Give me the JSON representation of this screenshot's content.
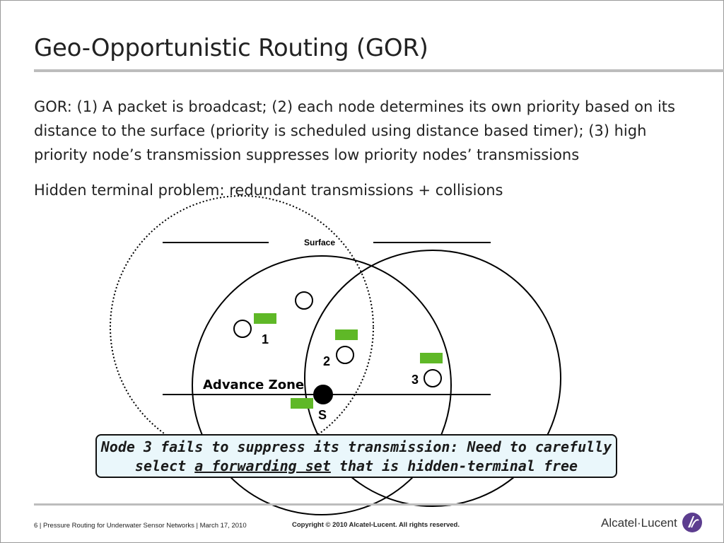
{
  "slide": {
    "title": "Geo-Opportunistic Routing (GOR)",
    "paragraph1": "GOR: (1) A packet is broadcast; (2) each node determines its own priority based on its distance to the surface (priority is scheduled using distance based timer); (3) high priority node’s transmission suppresses low priority nodes’ transmissions",
    "paragraph2": "Hidden terminal problem: redundant transmissions + collisions"
  },
  "diagram": {
    "surface_label": "Surface",
    "advance_zone_label": "Advance Zone",
    "source_label": "S",
    "node_labels": [
      "1",
      "2",
      "3"
    ],
    "colors": {
      "packet": "#5fb827",
      "node_fill": "#ffffff",
      "source_fill": "#000000",
      "line": "#000000"
    }
  },
  "callout": {
    "line1": "Node 3 fails to suppress its transmission: Need to carefully",
    "line2_pre": "select ",
    "line2_link": "a forwarding set",
    "line2_post": " that is hidden-terminal free"
  },
  "footer": {
    "left": "6 | Pressure Routing for  Underwater Sensor Networks | March 17,  2010",
    "center": "Copyright © 2010 Alcatel-Lucent. All rights reserved.",
    "logo_text": "Alcatel·Lucent"
  }
}
